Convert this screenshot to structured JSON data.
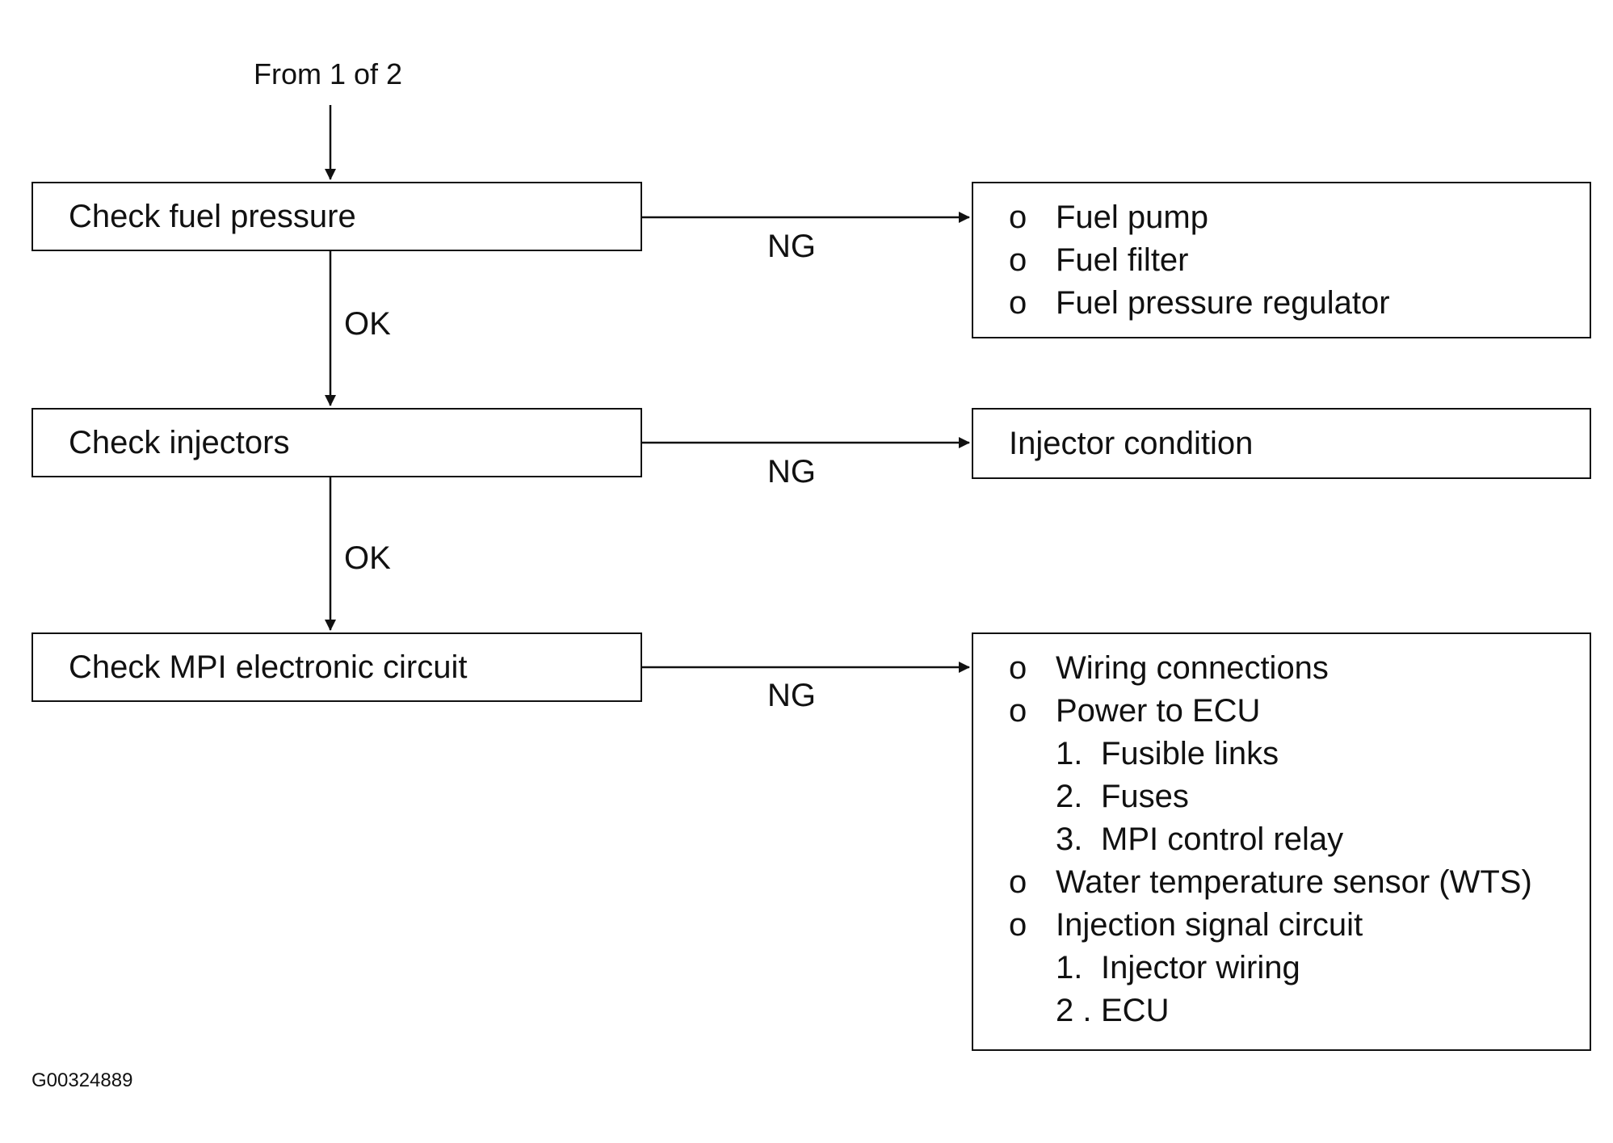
{
  "start_label": "From 1 of 2",
  "figure_id": "G00324889",
  "steps": [
    {
      "label": "Check fuel pressure",
      "ok_label": "OK",
      "ng_label": "NG",
      "result": {
        "items": [
          {
            "bullet": "o",
            "text": "Fuel pump"
          },
          {
            "bullet": "o",
            "text": "Fuel filter"
          },
          {
            "bullet": "o",
            "text": "Fuel pressure regulator"
          }
        ]
      }
    },
    {
      "label": "Check injectors",
      "ok_label": "OK",
      "ng_label": "NG",
      "result": {
        "text": "Injector condition"
      }
    },
    {
      "label": "Check MPI electronic circuit",
      "ng_label": "NG",
      "result": {
        "items": [
          {
            "bullet": "o",
            "text": "Wiring connections"
          },
          {
            "bullet": "o",
            "text": "Power to ECU"
          },
          {
            "num": "1.",
            "text": "Fusible links"
          },
          {
            "num": "2.",
            "text": "Fuses"
          },
          {
            "num": "3.",
            "text": "MPI control relay"
          },
          {
            "bullet": "o",
            "text": "Water temperature sensor (WTS)"
          },
          {
            "bullet": "o",
            "text": "Injection signal circuit"
          },
          {
            "num": "1.",
            "text": "Injector wiring"
          },
          {
            "num": "2 .",
            "text": "ECU"
          }
        ]
      }
    }
  ]
}
